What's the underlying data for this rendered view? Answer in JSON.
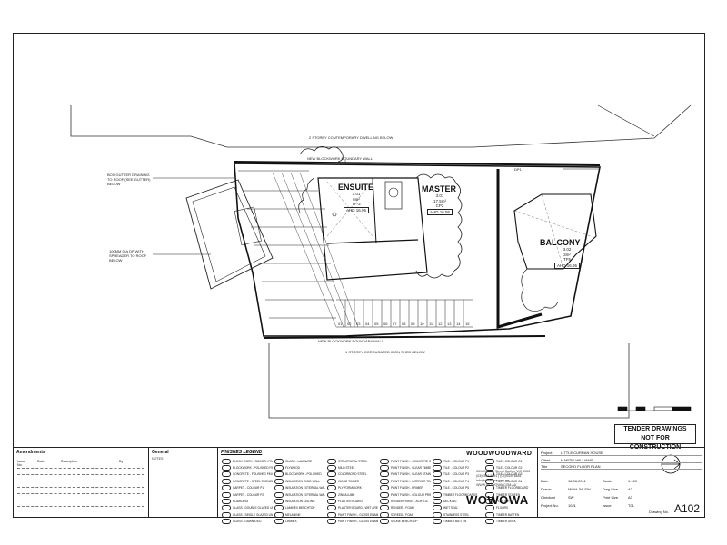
{
  "drawing": {
    "top_label": "2 STOREY CONTEMPORARY DWELLING BELOW",
    "bottom_label": "1 STOREY CORRUGATED IRON SHED BELOW",
    "boundary_top": "NEW BLOCKWORK BOUNDARY WALL",
    "boundary_bottom": "NEW BLOCKWORK BOUNDARY WALL",
    "note_gutter": "BOX GUTTER DRAINING TO ROOF (SEE GUTTER) BELOW",
    "note_spreader": "100MM DIA DP WITH SPREADER TO ROOF BELOW",
    "dp_tag": "DP1",
    "rooms": [
      {
        "name": "ENSUITE",
        "num": "3.01",
        "area": "6m²",
        "code": "TF-2",
        "ahd": "AHD 16.95"
      },
      {
        "name": "MASTER",
        "num": "3.01",
        "area": "17.5m²",
        "code": "CP2",
        "ahd": "AHD 16.95"
      },
      {
        "name": "BALCONY",
        "num": "3.02",
        "area": "3m²",
        "code": "TF5",
        "ahd": "AHD 16.95"
      }
    ],
    "stair_numbers": [
      "01",
      "02",
      "03",
      "04",
      "05",
      "06",
      "07",
      "08",
      "09",
      "10",
      "11",
      "12",
      "13",
      "14",
      "15"
    ]
  },
  "tender": {
    "line1": "TENDER DRAWINGS",
    "line2": "NOT FOR CONSTRUCTION"
  },
  "amendments": {
    "title": "Amendments",
    "cols": [
      "Issue No.",
      "Date",
      "Description",
      "By"
    ]
  },
  "general": {
    "title": "General",
    "note": "NOTES"
  },
  "legend": {
    "title": "FINISHES LEGEND",
    "items": [
      "BLOCK WORK - SMOOTH FINISH",
      "BLOCKWORK - POLISHED FINISH",
      "CONCRETE - POLISHED FINISH",
      "CONCRETE - STEEL TROWEL FINISH",
      "CARPET - COLOUR P1",
      "CARPET - COLOUR P2",
      "HOARDING",
      "GLASS - DOUBLE GLAZED UNIT",
      "GLASS - SINGLE GLAZED UNIT",
      "GLASS - LAMINATED",
      "GLASS - LAMINATE",
      "FLYWOOD",
      "BLOCKWORK - POLISHED",
      "INSULATION RIGID WALL",
      "INSULATION EXTERNAL WALLS",
      "INSULATION EXTERNAL WALLS",
      "INSULATION CEILING",
      "LAMINEX BENCHTOP",
      "MELAMINE",
      "LINIMEX",
      "STRUCTURAL STEEL",
      "MILD STEEL",
      "COLORBOND STEEL",
      "WOOD TIMBER",
      "PLY FORMWORK",
      "ZINCALUME",
      "PLASTER BOARD",
      "PLASTER BOARD - WET AREA",
      "PAINT FINISH - GLOSS ENAMEL",
      "PAINT FINISH - GLOSS ENAMEL",
      "PAINT FINISH - CONCRETE SEALER",
      "PAINT FINISH - CLEAR TIMBER",
      "PAINT FINISH - CLEAR STAIN",
      "PAINT FINISH - INTERIOR TIMBER",
      "PAINT FINISH - PRIMER",
      "PAINT FINISH - COLOUR PRIMER",
      "RENDER FINISH - ACRYLIC",
      "RENDER - FOAM",
      "SCREED - FOAM",
      "STONE BENCHTOP",
      "TILE - COLOUR P1",
      "TILE - COLOUR P2",
      "TILE - COLOUR P3",
      "TILE - COLOUR P4",
      "TILE - COLOUR P5",
      "TIMBER FLOORBOARDS",
      "DECKING",
      "WET SEAL",
      "STAINLESS STEEL",
      "TIMBER BATTEN",
      "TILE - COLOUR G1",
      "TILE - COLOUR G2",
      "TILE - COLOUR G3",
      "TILE - COLOUR G4",
      "TIMBER FLOORBOARD",
      "TIMBER SCREEN",
      "PLASTER",
      "FLOORS",
      "TIMBER BATTEN",
      "TIMBER DECK"
    ]
  },
  "firm": {
    "name": "WOODWOODWARD",
    "address": "33/1 Grattan Street Carlton VIC 3053",
    "phone": "(03)9349 8651 | (03)9349 8651",
    "email": "info@wowowa.com.au",
    "web": "WWW.WOWOWA.COM.AU",
    "brand": "WOWOWA"
  },
  "project": {
    "rows": [
      {
        "k": "Project",
        "v": "LITTLE CURRAN HOUSE"
      },
      {
        "k": "Client",
        "v": "MARTIN WILLIAMS"
      },
      {
        "k": "Title",
        "v": "SECOND FLOOR PLAN"
      }
    ],
    "meta": [
      {
        "k": "Date",
        "v": "18.08.2011",
        "k2": "Scale",
        "v2": "1:100"
      },
      {
        "k": "Drawn",
        "v": "MINH JW SW",
        "k2": "Dwg Size",
        "v2": "A3"
      },
      {
        "k": "Checked",
        "v": "SW",
        "k2": "Print Size",
        "v2": "A3"
      },
      {
        "k": "Project No.",
        "v": "1021",
        "k2": "Issue",
        "v2": "T01"
      }
    ],
    "drawing_no_label": "Drawing No.",
    "drawing_no": "A102"
  }
}
